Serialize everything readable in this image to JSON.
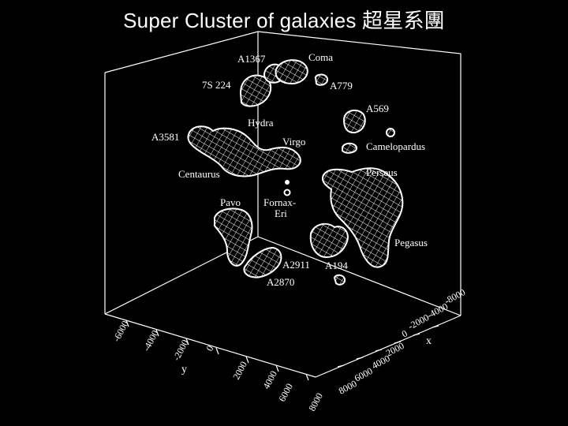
{
  "title": "Super Cluster of galaxies 超星系團",
  "labels": {
    "a1367": "A1367",
    "coma": "Coma",
    "s224": "7S 224",
    "a779": "A779",
    "a569": "A569",
    "hydra": "Hydra",
    "a3581": "A3581",
    "virgo": "Virgo",
    "camelopardus": "Camelopardus",
    "perseus": "Perseus",
    "centaurus": "Centaurus",
    "pavo": "Pavo",
    "fornax": "Fornax-",
    "eri": "Eri",
    "pegasus": "Pegasus",
    "a2911": "A2911",
    "a194": "A194",
    "a2870": "A2870"
  },
  "axes": {
    "y_name": "y",
    "x_name": "x",
    "y_ticks": [
      "-6000",
      "-4000",
      "-2000",
      "0",
      "2000",
      "4000",
      "6000",
      "8000"
    ],
    "x_ticks": [
      "-8000",
      "-4000",
      "-2000",
      "0",
      "2000",
      "4000",
      "6000",
      "8000"
    ]
  }
}
